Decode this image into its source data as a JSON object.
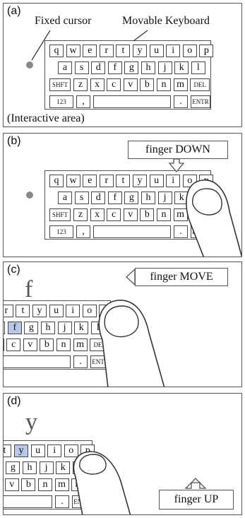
{
  "panels": [
    {
      "label": "(a)",
      "fixed_cursor_label": "Fixed cursor",
      "keyboard_label": "Movable Keyboard",
      "area_label": "(Interactive area)"
    },
    {
      "label": "(b)",
      "callout": "finger DOWN"
    },
    {
      "label": "(c)",
      "callout": "finger MOVE",
      "selected_letter": "f"
    },
    {
      "label": "(d)",
      "callout": "finger UP",
      "selected_letter": "y"
    }
  ],
  "keyboard": {
    "row1": [
      "q",
      "w",
      "e",
      "r",
      "t",
      "y",
      "u",
      "i",
      "o",
      "p"
    ],
    "row2": [
      "a",
      "s",
      "d",
      "f",
      "g",
      "h",
      "j",
      "k",
      "l"
    ],
    "row3": [
      "SHFT",
      "z",
      "x",
      "c",
      "v",
      "b",
      "n",
      "m",
      "DEL"
    ],
    "row4": [
      "123",
      ",",
      "",
      ".",
      "ENTR"
    ]
  },
  "colors": {
    "highlight": "#b9c8e8",
    "stroke": "#444444",
    "cursor": "#8a8a8a"
  }
}
